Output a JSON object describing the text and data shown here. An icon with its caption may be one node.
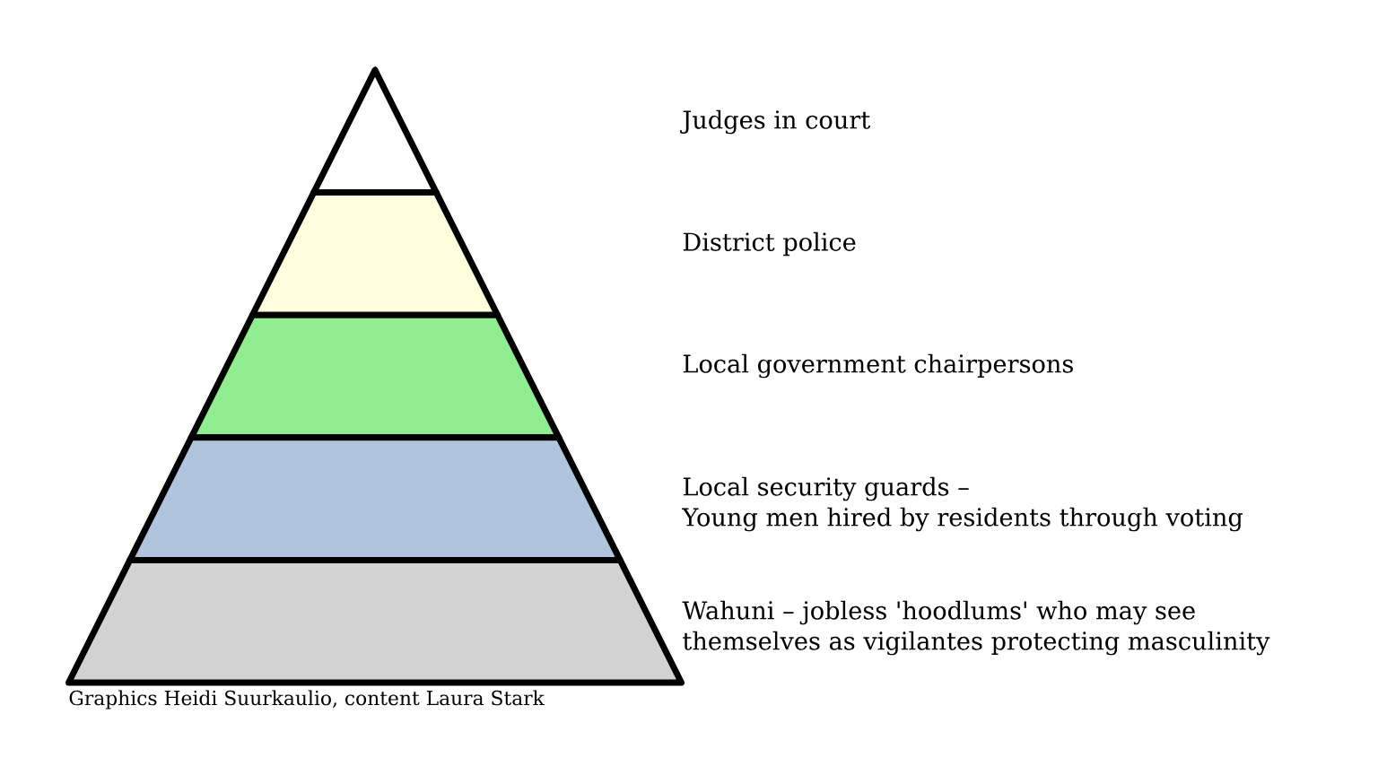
{
  "diagram": {
    "caption": "Graphics Heidi Suurkaulio, content Laura Stark",
    "nodes": [
      {
        "text": [],
        "shape": "triangle"
      },
      {
        "text": [],
        "shape": "trapezoid"
      },
      {
        "text": [],
        "shape": "trapezoid"
      },
      {
        "text": [],
        "shape": "trapezoid"
      },
      {
        "text": [],
        "shape": "trapezoid"
      }
    ],
    "labels": [
      "Judges in court",
      "District police",
      "Local government chairpersons",
      "Local security guards – Young men hired by residents through voting",
      "Wahuni – jobless 'hoodlums' who may see themselves as vigilantes protecting masculinity"
    ]
  }
}
